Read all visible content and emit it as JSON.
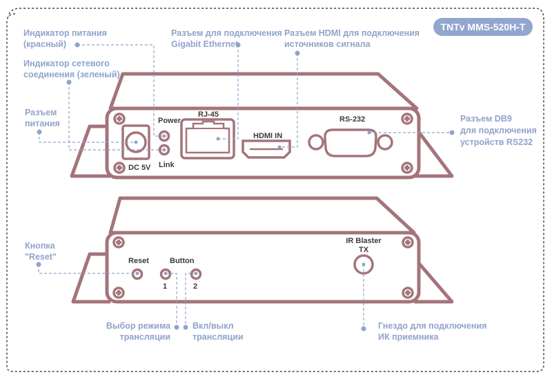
{
  "badge": {
    "model": "TNTv MMS-520H-T",
    "color": "#92a6cf"
  },
  "colors": {
    "device_outline": "#a4747a",
    "callout": "#8fa3cb",
    "device_label": "#3a3a3a"
  },
  "front_panel": {
    "labels": {
      "power_led": "Power",
      "link_led": "Link",
      "dc": "DC 5V",
      "rj45": "RJ-45",
      "hdmi": "HDMI IN",
      "rs232": "RS-232"
    },
    "callouts": {
      "power_indicator": [
        "Индикатор питания",
        "(красный)"
      ],
      "gigabit": [
        "Разъем для подключения",
        "Gigabit Ethernet"
      ],
      "hdmi": [
        "Разъем HDMI для подключения",
        "источников сигнала"
      ],
      "link_indicator": [
        "Индикатор сетевого",
        "соединения (зеленый)"
      ],
      "power_jack": [
        "Разъем",
        "питания"
      ],
      "db9": [
        "Разъем DB9",
        "для подключения",
        "устройств RS232"
      ]
    }
  },
  "back_panel": {
    "labels": {
      "reset": "Reset",
      "button": "Button",
      "button_1": "1",
      "button_2": "2",
      "ir_blaster": "IR Blaster",
      "tx": "TX"
    },
    "callouts": {
      "reset": [
        "Кнопка",
        "\"Reset\""
      ],
      "mode_select": [
        "Выбор режима",
        "трансляции"
      ],
      "on_off": [
        "Вкл/выкл",
        "трансляции"
      ],
      "ir_jack": [
        "Гнездо для подключения",
        "ИК приемника"
      ]
    }
  }
}
